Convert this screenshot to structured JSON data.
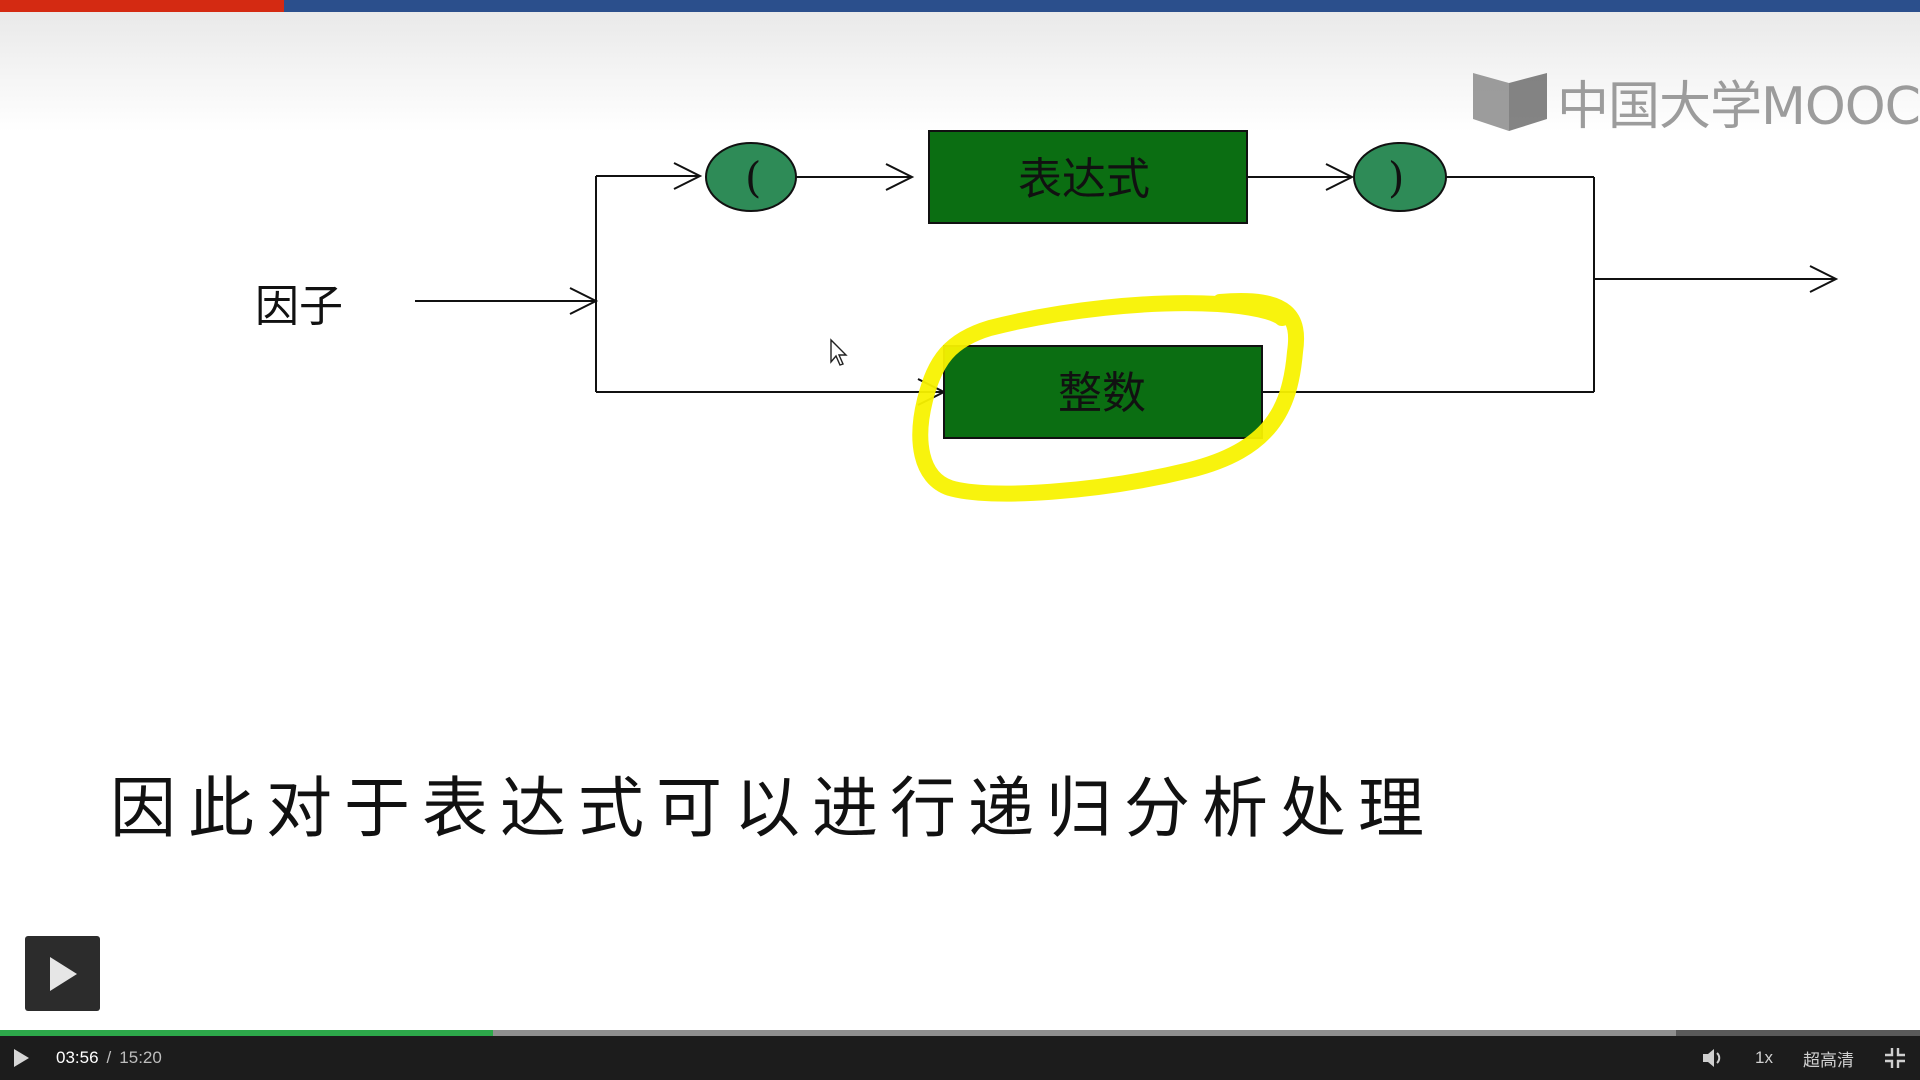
{
  "colors": {
    "top_bar_red": "#d42a12",
    "top_bar_blue": "#2b4f8c",
    "box_green": "#0b6e12",
    "ellipse_green": "#2e8b57",
    "highlight_yellow": "#f8f200",
    "progress_played": "#2da84a"
  },
  "watermark": {
    "text": "中国大学MOOC",
    "icon": "mooc-logo-icon"
  },
  "diagram": {
    "factor_label": "因子",
    "left_paren": "(",
    "expression_box": "表达式",
    "right_paren": ")",
    "integer_box": "整数"
  },
  "subtitle": "因此对于表达式可以进行递归分析处理",
  "player": {
    "current_time": "03:56",
    "separator": "/",
    "duration": "15:20",
    "speed": "1x",
    "quality": "超高清",
    "played_fraction": 0.257,
    "buffered_fraction": 0.873,
    "icons": {
      "big_play": "play-icon",
      "small_play": "play-icon",
      "volume": "volume-icon",
      "fullscreen": "fullscreen-exit-icon"
    }
  }
}
